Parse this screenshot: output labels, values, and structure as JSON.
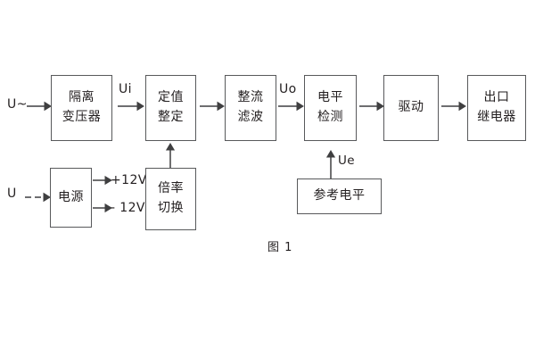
{
  "figure": {
    "caption": "图 1",
    "stroke_color": "#58595b",
    "text_color": "#231f20",
    "background": "#ffffff"
  },
  "inputs": {
    "ac_source": "U~",
    "dc_source": "U"
  },
  "signals": {
    "ui": "Ui",
    "uo": "Uo",
    "ue": "Ue",
    "pos12v": "+12V",
    "neg12v": "- 12V"
  },
  "blocks": {
    "isolation_transformer": {
      "line1": "隔离",
      "line2": "变压器"
    },
    "setting_value": {
      "line1": "定值",
      "line2": "整定"
    },
    "rectify_filter": {
      "line1": "整流",
      "line2": "滤波"
    },
    "level_detect": {
      "line1": "电平",
      "line2": "检测"
    },
    "drive": {
      "line1": "驱动"
    },
    "output_relay": {
      "line1": "出口",
      "line2": "继电器"
    },
    "power_supply": {
      "line1": "电源"
    },
    "multiplier_switch": {
      "line1": "倍率",
      "line2": "切换"
    },
    "reference_level": {
      "line1": "参考电平"
    }
  }
}
